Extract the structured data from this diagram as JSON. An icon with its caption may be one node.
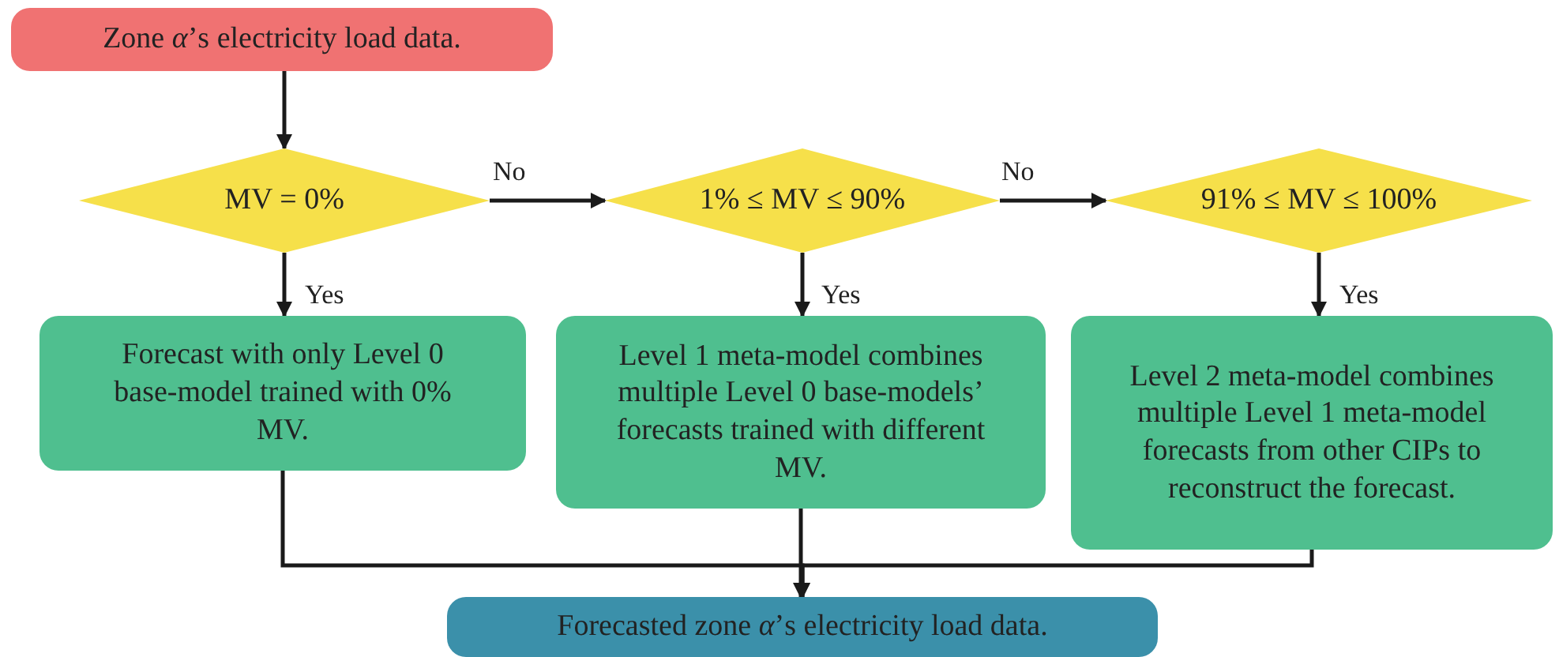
{
  "diagram": {
    "nodes": [
      {
        "text": [
          "Zone *α*’s electricity load data."
        ]
      },
      {
        "text": [
          "MV = 0%"
        ]
      },
      {
        "text": [
          "1% ≤ MV ≤ 90%"
        ]
      },
      {
        "text": [
          "91% ≤ MV ≤ 100%"
        ]
      },
      {
        "text": [
          "Forecast with only Level 0 base-model trained with 0% MV."
        ]
      },
      {
        "text": [
          "Level 1 meta-model combines multiple Level 0 base-models’ forecasts trained with different MV."
        ]
      },
      {
        "text": [
          "Level 2 meta-model combines multiple Level 1 meta-model forecasts from other CIPs to reconstruct the forecast."
        ]
      },
      {
        "text": [
          "Forecasted zone *α*’s electricity load data."
        ]
      }
    ],
    "edges": [
      {
        "from": 0,
        "to": 1,
        "arrow": "to"
      },
      {
        "from": 1,
        "to": 2,
        "arrow": "to",
        "label": "No"
      },
      {
        "from": 2,
        "to": 3,
        "arrow": "to",
        "label": "No"
      },
      {
        "from": 1,
        "to": 4,
        "arrow": "to",
        "label": "Yes"
      },
      {
        "from": 2,
        "to": 5,
        "arrow": "to",
        "label": "Yes"
      },
      {
        "from": 3,
        "to": 6,
        "arrow": "to",
        "label": "Yes"
      },
      {
        "from": 4,
        "to": 7,
        "arrow": "to"
      },
      {
        "from": 5,
        "to": 7,
        "arrow": "to"
      },
      {
        "from": 6,
        "to": 7,
        "arrow": "to"
      }
    ]
  }
}
